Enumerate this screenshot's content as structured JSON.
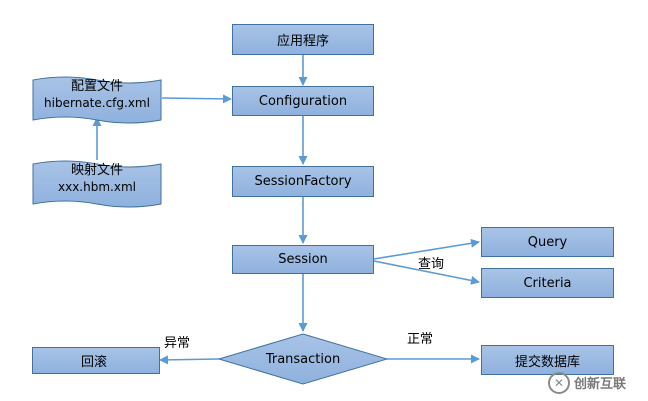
{
  "nodes": {
    "app": "应用程序",
    "configuration": "Configuration",
    "session_factory": "SessionFactory",
    "session": "Session",
    "query": "Query",
    "criteria": "Criteria",
    "transaction": "Transaction",
    "rollback": "回滚",
    "commit": "提交数据库",
    "config_file": {
      "title": "配置文件",
      "file": "hibernate.cfg.xml"
    },
    "mapping_file": {
      "title": "映射文件",
      "file": "xxx.hbm.xml"
    }
  },
  "edge_labels": {
    "query_branch": "查询",
    "exception": "异常",
    "normal": "正常"
  },
  "watermark": {
    "icon": "watermark-logo-icon",
    "text": "创新互联"
  },
  "colors": {
    "box_fill": "#9cbbe3",
    "box_border": "#41719C",
    "arrow": "#5B9BD5"
  }
}
